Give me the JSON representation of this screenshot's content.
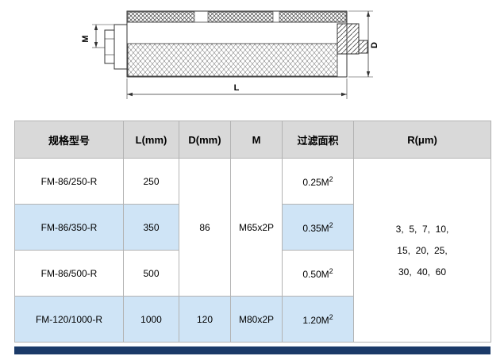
{
  "drawing": {
    "dim_m": "M",
    "dim_d": "D",
    "dim_l": "L"
  },
  "table": {
    "headers": [
      "规格型号",
      "L(mm)",
      "D(mm)",
      "M",
      "过滤面积",
      "R(μm)"
    ],
    "rows": [
      {
        "model": "FM-86/250-R",
        "l_mm": "250",
        "area": "0.25M",
        "area_sup": "2"
      },
      {
        "model": "FM-86/350-R",
        "l_mm": "350",
        "area": "0.35M",
        "area_sup": "2"
      },
      {
        "model": "FM-86/500-R",
        "l_mm": "500",
        "area": "0.50M",
        "area_sup": "2"
      },
      {
        "model": "FM-120/1000-R",
        "l_mm": "1000",
        "area": "1.20M",
        "area_sup": "2"
      }
    ],
    "d_group1": "86",
    "m_group1": "M65x2P",
    "d_row4": "120",
    "m_row4": "M80x2P",
    "r_lines": [
      "3,  5,  7,  10,",
      "15,  20,  25,",
      "30,  40,  60"
    ]
  }
}
